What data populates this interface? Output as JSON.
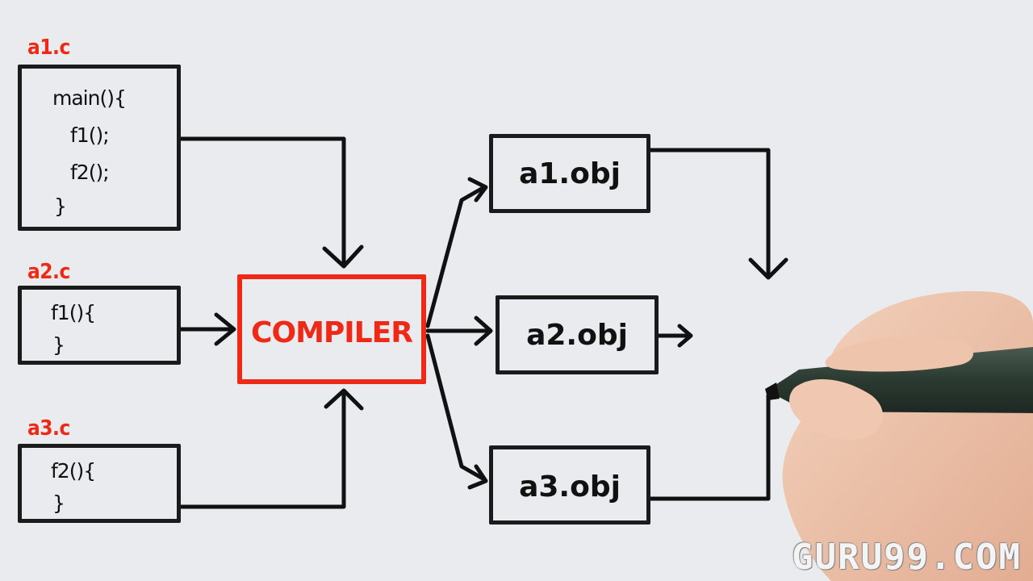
{
  "files": [
    {
      "label": "a1.c",
      "code": [
        "main(){",
        "f1();",
        "f2();",
        "}"
      ]
    },
    {
      "label": "a2.c",
      "code": [
        "f1(){",
        "}"
      ]
    },
    {
      "label": "a3.c",
      "code": [
        "f2(){",
        "}"
      ]
    }
  ],
  "compiler": {
    "label": "COMPILER",
    "color": "#ee2a17"
  },
  "objects": [
    {
      "label": "a1.obj"
    },
    {
      "label": "a2.obj"
    },
    {
      "label": "a3.obj"
    }
  ],
  "watermark": "GURU99.COM",
  "colors": {
    "label_red": "#ee2a17",
    "stroke": "#111111",
    "background": "#e9ebee"
  }
}
